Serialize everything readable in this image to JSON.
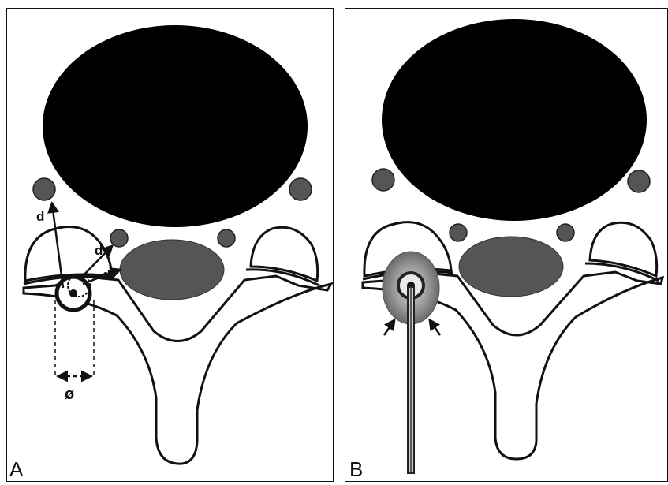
{
  "panels": [
    {
      "letter": "A",
      "labels": {
        "distance": "d",
        "diameter": "ø"
      },
      "colors": {
        "body": "#000000",
        "foramen": "#555555",
        "outline": "#111111",
        "fill": "#ffffff"
      }
    },
    {
      "letter": "B",
      "colors": {
        "body": "#000000",
        "foramen": "#555555",
        "halo": "#9a9a9a",
        "needle": "#333333"
      }
    }
  ]
}
